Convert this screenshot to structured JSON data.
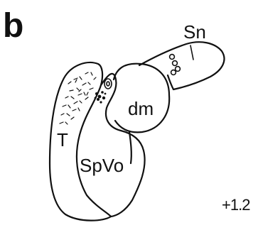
{
  "panel_letter": "b",
  "labels": {
    "sn": "Sn",
    "dm": "dm",
    "t": "T",
    "spvo": "SpVo"
  },
  "section_level": "+1.2"
}
